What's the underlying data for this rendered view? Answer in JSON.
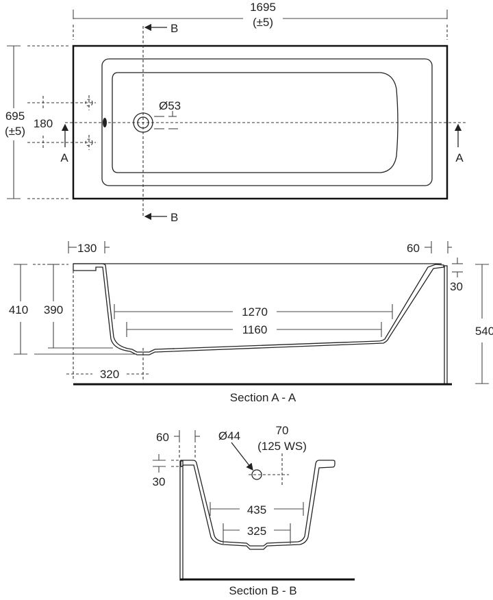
{
  "plan_view": {
    "length": "1695",
    "length_tolerance": "(±5)",
    "width": "695",
    "width_tolerance": "(±5)",
    "tap_spacing": "180",
    "waste_diameter": "Ø53",
    "section_a_label": "A",
    "section_b_label": "B"
  },
  "section_a": {
    "title": "Section A - A",
    "left_rim": "130",
    "right_rim": "60",
    "rim_thickness": "30",
    "overall_depth": "410",
    "inner_depth": "390",
    "total_height": "540",
    "top_length": "1270",
    "floor_length": "1160",
    "waste_offset": "320"
  },
  "section_b": {
    "title": "Section B - B",
    "rim": "60",
    "overflow_diameter": "Ø44",
    "overflow_offset": "70",
    "overflow_offset_ws": "(125 WS)",
    "rim_thickness": "30",
    "top_width": "435",
    "floor_width": "325"
  }
}
